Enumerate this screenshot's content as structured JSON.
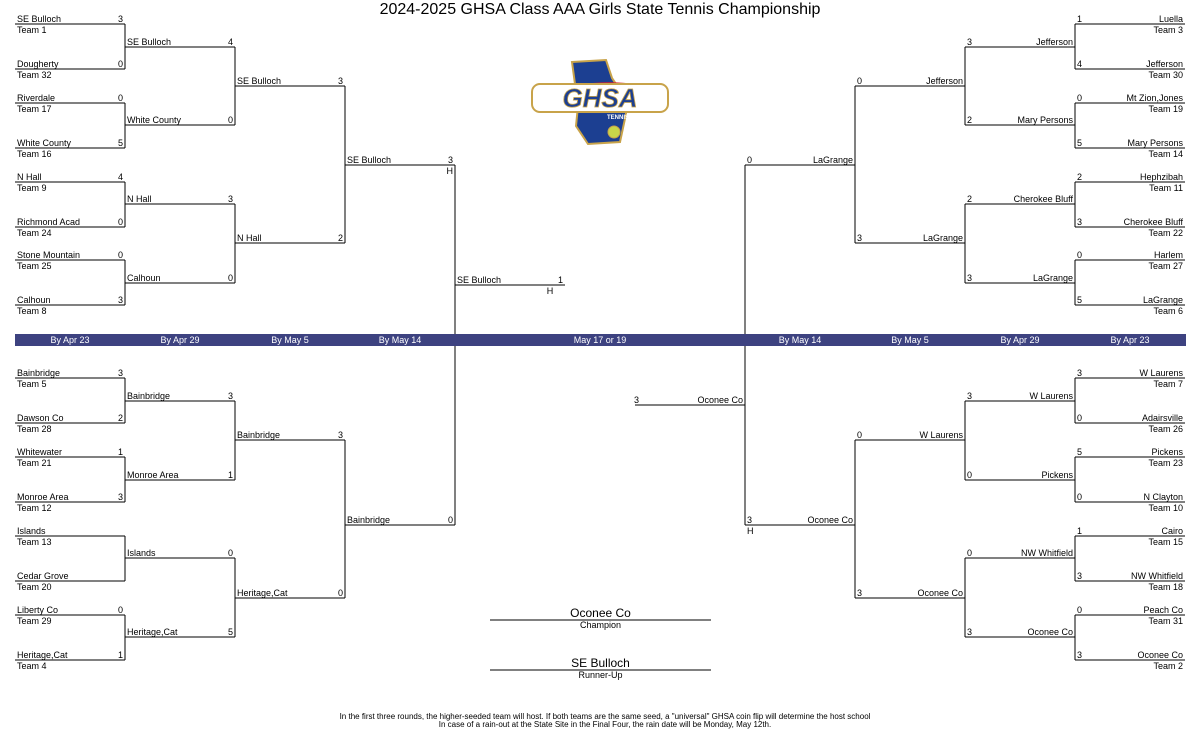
{
  "title": "2024-2025 GHSA Class AAA Girls State Tennis Championship",
  "logo": {
    "text": "GHSA",
    "subtext": "TENNIS",
    "colors": {
      "blue": "#1c3f91",
      "gold": "#c8a34a",
      "red": "#d6202f"
    }
  },
  "band_color": "#3d4280",
  "round_labels": {
    "l1": "By Apr 23",
    "l2": "By Apr 29",
    "l3": "By May 5",
    "l4": "By May 14",
    "center": "May 17 or 19",
    "r4": "By May 14",
    "r3": "By May 5",
    "r2": "By Apr 29",
    "r1": "By Apr 23"
  },
  "left": {
    "r1": [
      {
        "name": "SE Bulloch",
        "team": "Team 1",
        "score": "3"
      },
      {
        "name": "Dougherty",
        "team": "Team 32",
        "score": "0"
      },
      {
        "name": "Riverdale",
        "team": "Team 17",
        "score": "0"
      },
      {
        "name": "White County",
        "team": "Team 16",
        "score": "5"
      },
      {
        "name": "N Hall",
        "team": "Team 9",
        "score": "4"
      },
      {
        "name": "Richmond Acad",
        "team": "Team 24",
        "score": "0"
      },
      {
        "name": "Stone Mountain",
        "team": "Team 25",
        "score": "0"
      },
      {
        "name": "Calhoun",
        "team": "Team 8",
        "score": "3"
      },
      {
        "name": "Bainbridge",
        "team": "Team 5",
        "score": "3"
      },
      {
        "name": "Dawson Co",
        "team": "Team 28",
        "score": "2"
      },
      {
        "name": "Whitewater",
        "team": "Team 21",
        "score": "1"
      },
      {
        "name": "Monroe Area",
        "team": "Team 12",
        "score": "3"
      },
      {
        "name": "Islands",
        "team": "Team 13",
        "score": ""
      },
      {
        "name": "Cedar Grove",
        "team": "Team 20",
        "score": ""
      },
      {
        "name": "Liberty Co",
        "team": "Team 29",
        "score": "0"
      },
      {
        "name": "Heritage,Cat",
        "team": "Team 4",
        "score": "1"
      }
    ],
    "r2": [
      {
        "name": "SE Bulloch",
        "score": "4"
      },
      {
        "name": "White County",
        "score": "0"
      },
      {
        "name": "N Hall",
        "score": "3"
      },
      {
        "name": "Calhoun",
        "score": "0"
      },
      {
        "name": "Bainbridge",
        "score": "3"
      },
      {
        "name": "Monroe Area",
        "score": "1"
      },
      {
        "name": "Islands",
        "score": "0"
      },
      {
        "name": "Heritage,Cat",
        "score": "5"
      }
    ],
    "r3": [
      {
        "name": "SE Bulloch",
        "score": "3"
      },
      {
        "name": "N Hall",
        "score": "2"
      },
      {
        "name": "Bainbridge",
        "score": "3"
      },
      {
        "name": "Heritage,Cat",
        "score": "0"
      }
    ],
    "r4": [
      {
        "name": "SE Bulloch",
        "score": "3",
        "host": "H"
      },
      {
        "name": "Bainbridge",
        "score": "0",
        "host": ""
      }
    ]
  },
  "right": {
    "r1": [
      {
        "name": "Luella",
        "team": "Team 3",
        "score": "1"
      },
      {
        "name": "Jefferson",
        "team": "Team 30",
        "score": "4"
      },
      {
        "name": "Mt Zion,Jones",
        "team": "Team 19",
        "score": "0"
      },
      {
        "name": "Mary Persons",
        "team": "Team 14",
        "score": "5"
      },
      {
        "name": "Hephzibah",
        "team": "Team 11",
        "score": "2"
      },
      {
        "name": "Cherokee Bluff",
        "team": "Team 22",
        "score": "3"
      },
      {
        "name": "Harlem",
        "team": "Team 27",
        "score": "0"
      },
      {
        "name": "LaGrange",
        "team": "Team 6",
        "score": "5"
      },
      {
        "name": "W Laurens",
        "team": "Team 7",
        "score": "3"
      },
      {
        "name": "Adairsville",
        "team": "Team 26",
        "score": "0"
      },
      {
        "name": "Pickens",
        "team": "Team 23",
        "score": "5"
      },
      {
        "name": "N Clayton",
        "team": "Team 10",
        "score": "0"
      },
      {
        "name": "Cairo",
        "team": "Team 15",
        "score": "1"
      },
      {
        "name": "NW Whitfield",
        "team": "Team 18",
        "score": "3"
      },
      {
        "name": "Peach Co",
        "team": "Team 31",
        "score": "0"
      },
      {
        "name": "Oconee Co",
        "team": "Team 2",
        "score": "3"
      }
    ],
    "r2": [
      {
        "name": "Jefferson",
        "score": "3"
      },
      {
        "name": "Mary Persons",
        "score": "2"
      },
      {
        "name": "Cherokee Bluff",
        "score": "2"
      },
      {
        "name": "LaGrange",
        "score": "3"
      },
      {
        "name": "W Laurens",
        "score": "3"
      },
      {
        "name": "Pickens",
        "score": "0"
      },
      {
        "name": "NW Whitfield",
        "score": "0"
      },
      {
        "name": "Oconee Co",
        "score": "3"
      }
    ],
    "r3": [
      {
        "name": "Jefferson",
        "score": "0"
      },
      {
        "name": "LaGrange",
        "score": "3"
      },
      {
        "name": "W Laurens",
        "score": "0"
      },
      {
        "name": "Oconee Co",
        "score": "3"
      }
    ],
    "r4": [
      {
        "name": "LaGrange",
        "score": "0",
        "host": ""
      },
      {
        "name": "Oconee Co",
        "score": "3",
        "host": "H"
      }
    ]
  },
  "final": {
    "top": {
      "name": "SE Bulloch",
      "score": "1",
      "host": "H"
    },
    "bottom": {
      "name": "Oconee Co",
      "score": "3"
    }
  },
  "champion": {
    "name": "Oconee Co",
    "label": "Champion"
  },
  "runner_up": {
    "name": "SE Bulloch",
    "label": "Runner-Up"
  },
  "footer": [
    "In the first three rounds, the higher-seeded team will host.   If both teams are the same seed, a \"universal\" GHSA coin flip will determine the host school",
    "In case of a rain-out at the State Site in the Final Four, the rain date will be Monday, May 12th."
  ]
}
